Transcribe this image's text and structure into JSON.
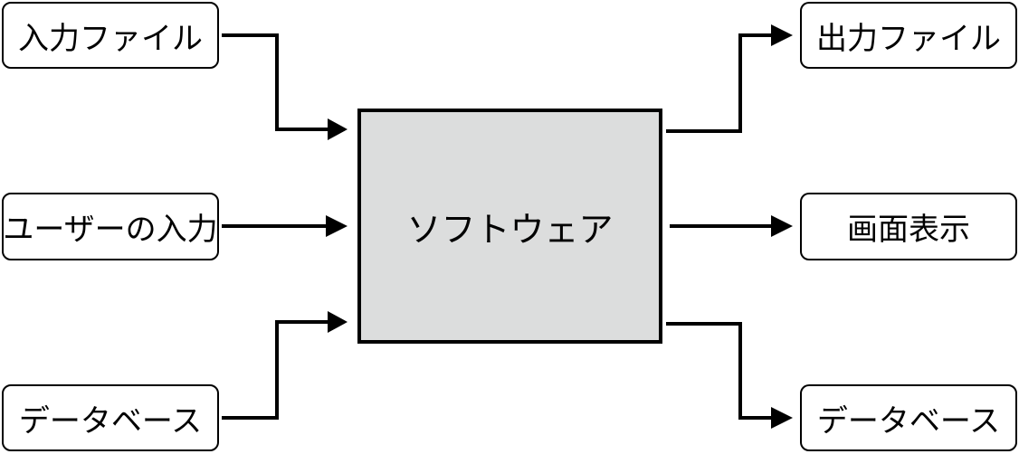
{
  "inputs": {
    "input_file": "入力ファイル",
    "user_input": "ユーザーの入力",
    "database": "データベース"
  },
  "center": {
    "label": "ソフトウェア"
  },
  "outputs": {
    "output_file": "出力ファイル",
    "screen_display": "画面表示",
    "database": "データベース"
  }
}
